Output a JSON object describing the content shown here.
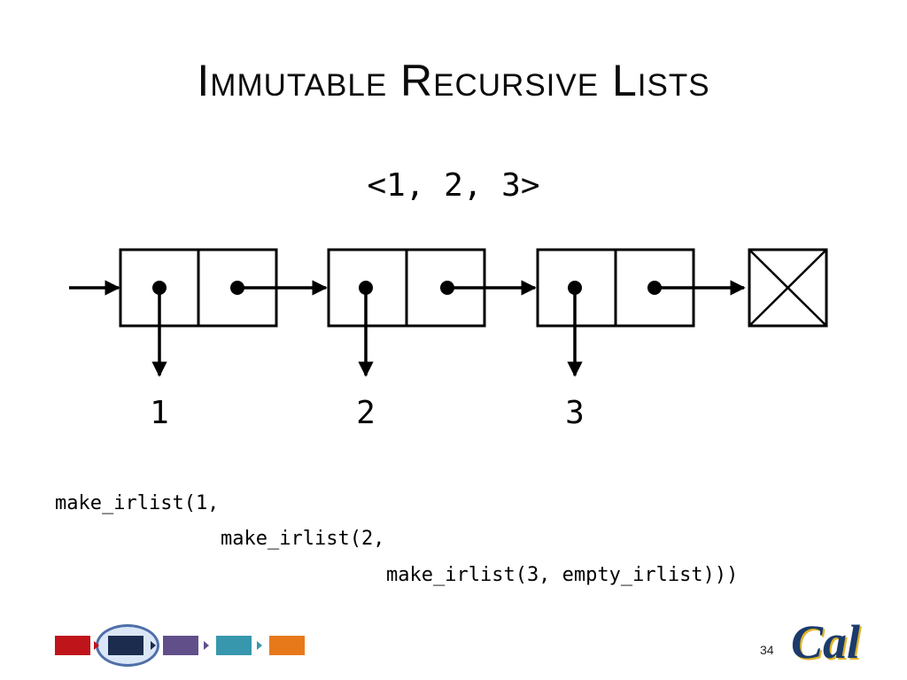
{
  "slide": {
    "title": "Immutable Recursive Lists",
    "subtitle": "<1, 2, 3>",
    "page_number": "34",
    "logo_text": "Cal"
  },
  "diagram": {
    "values": [
      "1",
      "2",
      "3"
    ],
    "node_count": 3,
    "has_empty_terminator": true
  },
  "code": {
    "lines": [
      "make_irlist(1,",
      "make_irlist(2,",
      "make_irlist(3, empty_irlist)))"
    ]
  },
  "nav": {
    "colors": [
      "#c0141b",
      "#1b2c4f",
      "#614f8a",
      "#3797ad",
      "#e8791b"
    ],
    "active_index": 1
  }
}
